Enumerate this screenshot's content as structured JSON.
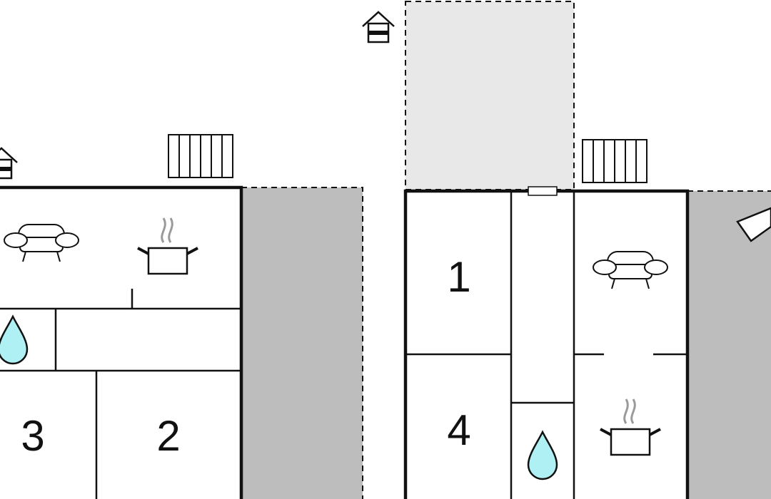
{
  "floorplan": {
    "left_unit": {
      "rooms": [
        {
          "number": "3"
        },
        {
          "number": "2"
        }
      ],
      "icons": [
        "house-entrance-icon",
        "radiator-icon",
        "sofa-icon",
        "cooking-pot-icon",
        "water-drop-icon"
      ]
    },
    "right_unit": {
      "rooms": [
        {
          "number": "1"
        },
        {
          "number": "4"
        }
      ],
      "icons": [
        "house-entrance-icon",
        "radiator-icon",
        "sofa-icon",
        "cooking-pot-icon",
        "water-drop-icon",
        "sun-lounger-icon"
      ]
    },
    "colors": {
      "wall": "#000000",
      "terrace_dark": "#bdbdbd",
      "terrace_light": "#e8e8e8",
      "water": "#aef0f3",
      "steam": "#9a9a9a"
    }
  }
}
